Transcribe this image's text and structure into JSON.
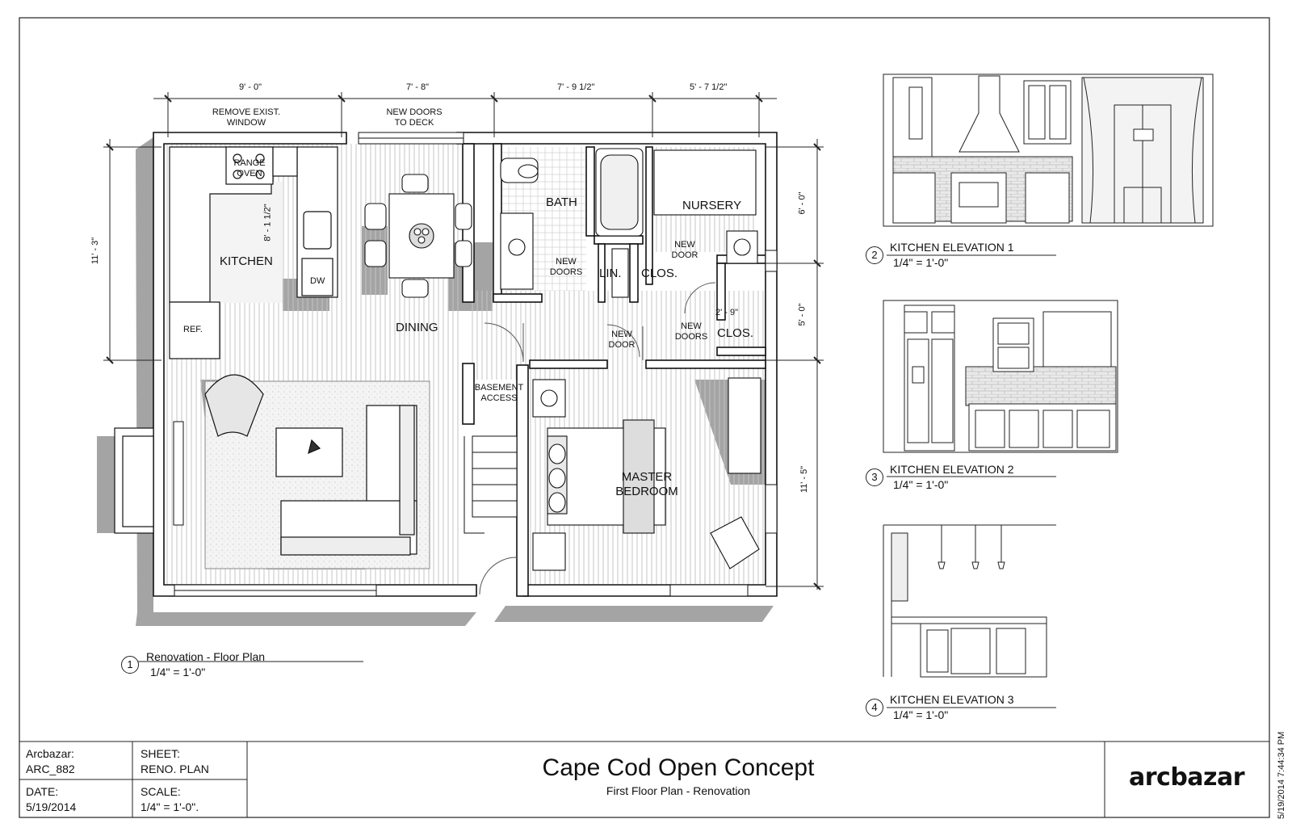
{
  "floor_plan": {
    "rooms": {
      "kitchen": "KITCHEN",
      "dining": "DINING",
      "bath": "BATH",
      "nursery": "NURSERY",
      "lin": "LIN.",
      "clos1": "CLOS.",
      "clos2": "CLOS.",
      "master_line1": "MASTER",
      "master_line2": "BEDROOM"
    },
    "notes": {
      "remove_window_1": "REMOVE EXIST.",
      "remove_window_2": "WINDOW",
      "new_doors_deck_1": "NEW DOORS",
      "new_doors_deck_2": "TO DECK",
      "range_1": "RANGE",
      "range_2": "OVEN",
      "dw": "DW",
      "ref": "REF.",
      "new_doors_bath_1": "NEW",
      "new_doors_bath_2": "DOORS",
      "new_door_nursery_1": "NEW",
      "new_door_nursery_2": "DOOR",
      "new_door_hall_1": "NEW",
      "new_door_hall_2": "DOOR",
      "new_doors_master_1": "NEW",
      "new_doors_master_2": "DOORS",
      "basement_1": "BASEMENT",
      "basement_2": "ACCESS"
    },
    "dimensions": {
      "top_1": "9' - 0\"",
      "top_2": "7' - 8\"",
      "top_3": "7' - 9 1/2\"",
      "top_4": "5' - 7 1/2\"",
      "left": "11' - 3\"",
      "island": "8' - 1 1/2\"",
      "right_1": "6' - 0\"",
      "right_2": "5' - 0\"",
      "right_3": "11' - 5\"",
      "closet": "2' - 9\""
    },
    "view_number": "1",
    "view_title": "Renovation - Floor Plan",
    "view_scale": "1/4\" = 1'-0\""
  },
  "elevations": [
    {
      "number": "2",
      "title": "KITCHEN ELEVATION 1",
      "scale": "1/4\" = 1'-0\""
    },
    {
      "number": "3",
      "title": "KITCHEN ELEVATION 2",
      "scale": "1/4\" = 1'-0\""
    },
    {
      "number": "4",
      "title": "KITCHEN ELEVATION 3",
      "scale": "1/4\" = 1'-0\""
    }
  ],
  "title_block": {
    "company_label": "Arcbazar:",
    "company_value": "ARC_882",
    "sheet_label": "SHEET:",
    "sheet_value": "RENO. PLAN",
    "date_label": "DATE:",
    "date_value": "5/19/2014",
    "scale_label": "SCALE:",
    "scale_value": "1/4\" = 1'-0\".",
    "project_title": "Cape Cod Open Concept",
    "project_subtitle": "First Floor Plan - Renovation",
    "logo": "arcbazar",
    "timestamp": "5/19/2014 7:44:34 PM"
  },
  "colors": {
    "line": "#111111",
    "shadow": "#9a9a9a",
    "floor_hatch": "#bdbdbd",
    "wall_fill": "#ffffff"
  }
}
